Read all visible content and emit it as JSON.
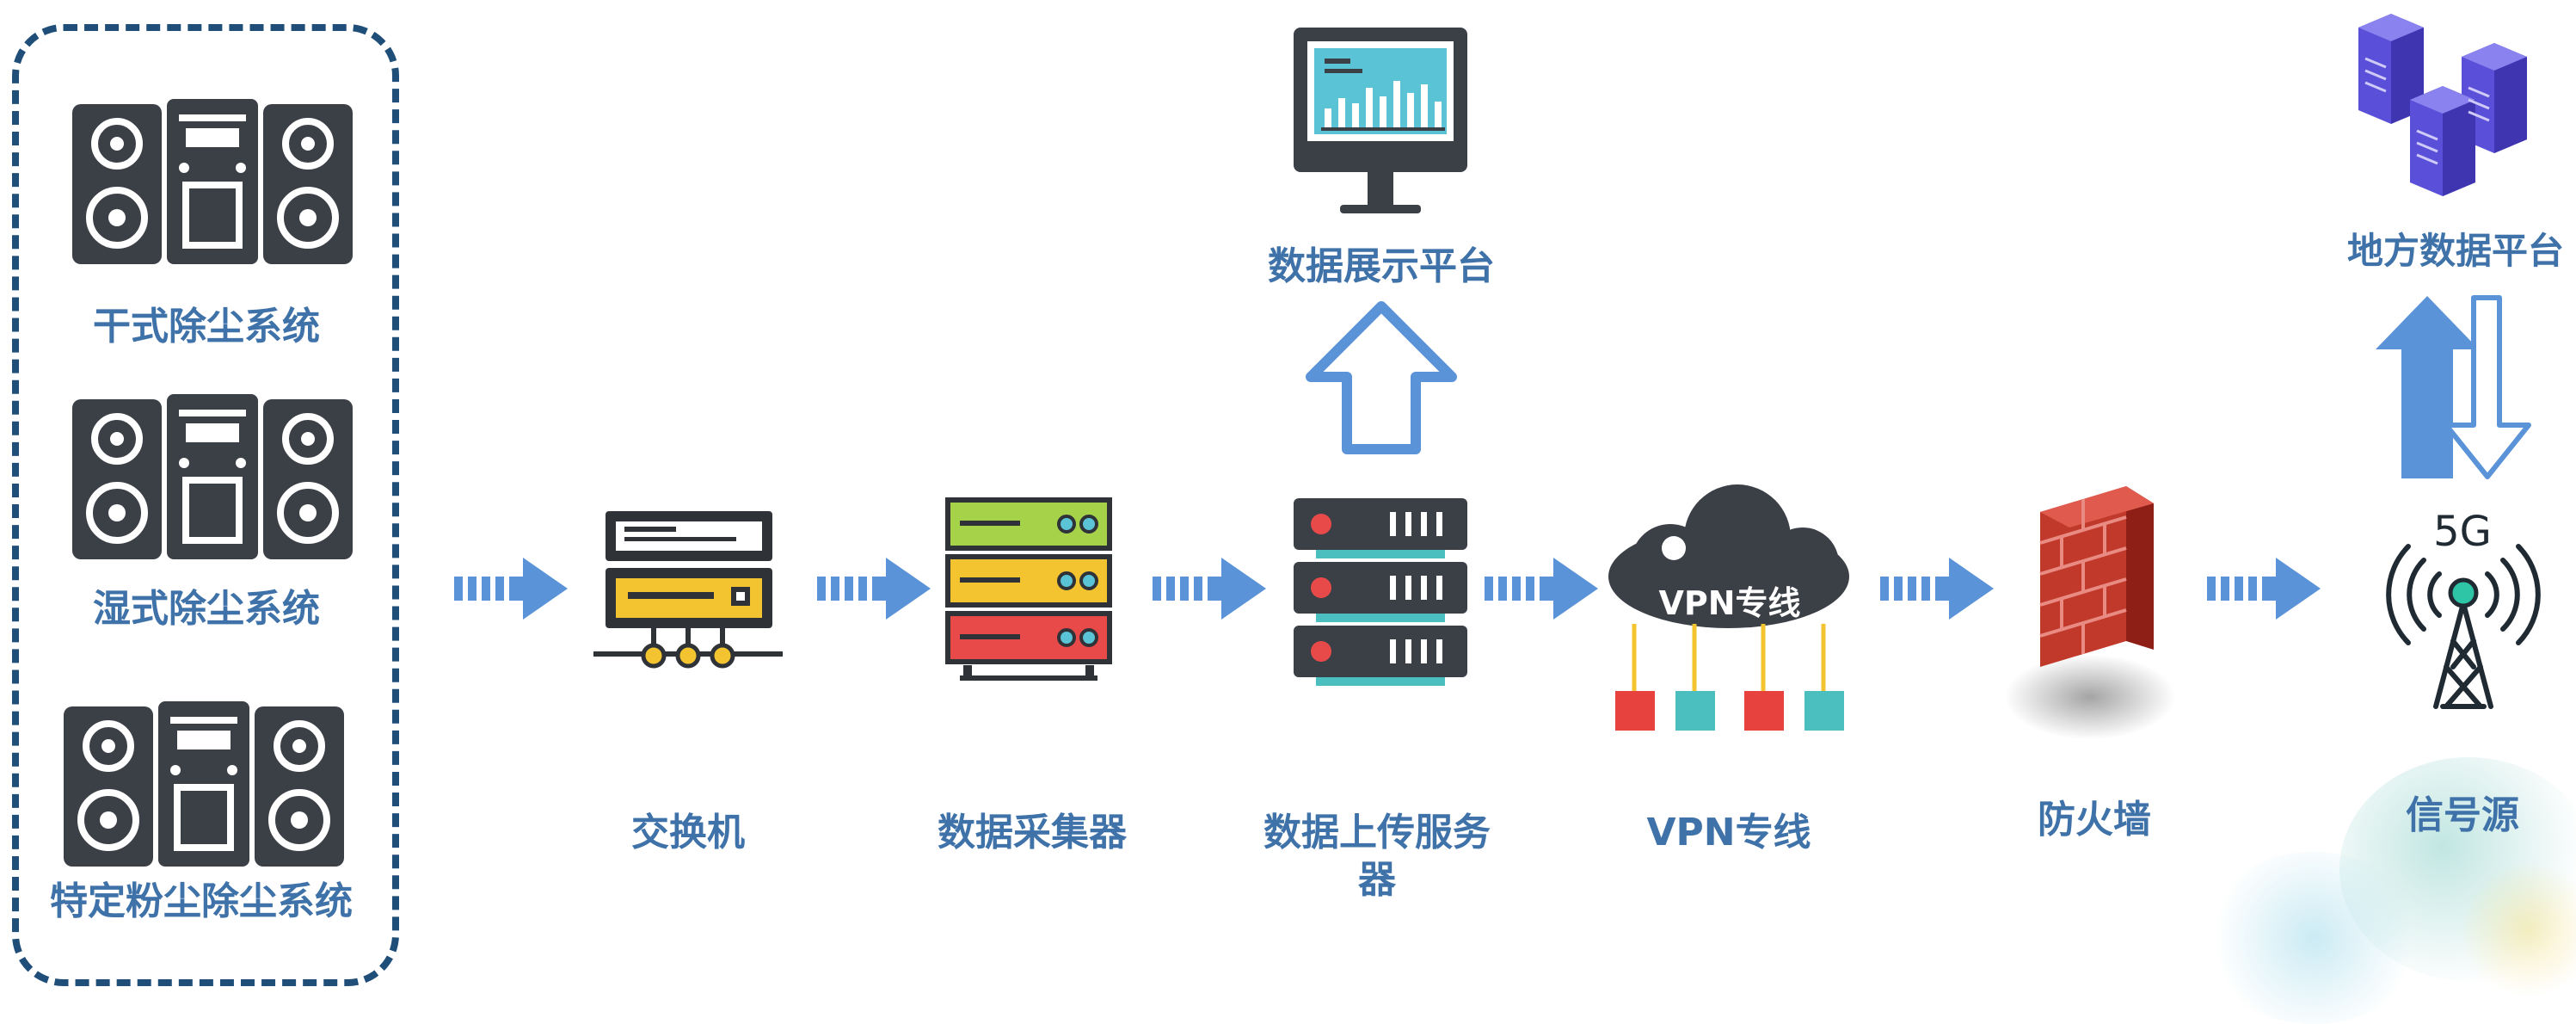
{
  "colors": {
    "label_text": "#3f72a8",
    "arrow": "#5b93d9",
    "group_border": "#1f4e79",
    "device_dark": "#3b3f46"
  },
  "equipment_group": {
    "items": [
      {
        "label": "干式除尘系统",
        "icon": "dust-collector-icon"
      },
      {
        "label": "湿式除尘系统",
        "icon": "dust-collector-icon"
      },
      {
        "label": "特定粉尘除尘系统",
        "icon": "dust-collector-icon"
      }
    ]
  },
  "nodes": {
    "switch": {
      "label": "交换机",
      "icon": "network-switch-icon"
    },
    "collector": {
      "label": "数据采集器",
      "icon": "data-collector-icon"
    },
    "upload_server": {
      "label": "数据上传服务器",
      "icon": "server-rack-icon"
    },
    "vpn": {
      "label": "VPN专线",
      "cloud_text": "VPN专线",
      "icon": "vpn-cloud-icon"
    },
    "firewall": {
      "label": "防火墙",
      "icon": "firewall-icon"
    },
    "signal": {
      "label": "信号源",
      "badge": "5G",
      "icon": "5g-tower-icon"
    },
    "display_platform": {
      "label": "数据展示平台",
      "icon": "monitor-chart-icon"
    },
    "local_platform": {
      "label": "地方数据平台",
      "icon": "server-cluster-icon"
    }
  }
}
